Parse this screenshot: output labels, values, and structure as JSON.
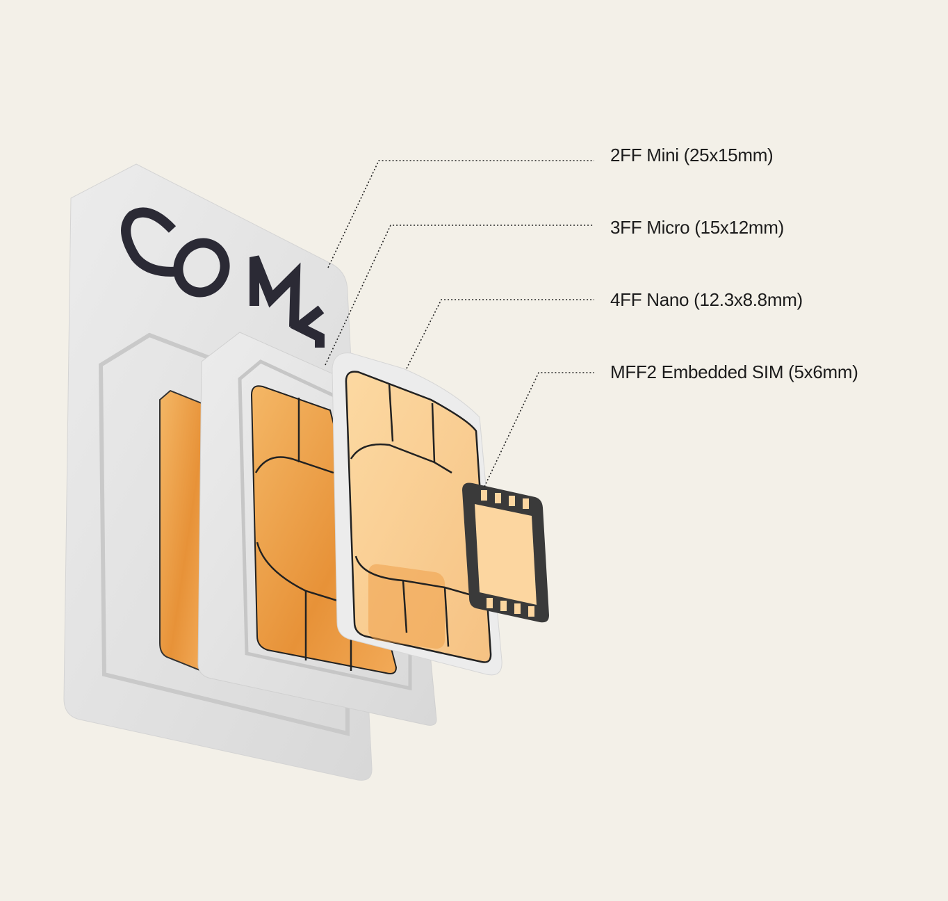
{
  "brand": {
    "logo_text": "COM4"
  },
  "colors": {
    "background": "#f3f0e8",
    "card": "#e4e4e4",
    "chip": "#eea04a",
    "logo": "#2b2a35"
  },
  "labels": [
    {
      "text": "2FF Mini (25x15mm)"
    },
    {
      "text": "3FF Micro (15x12mm)"
    },
    {
      "text": "4FF Nano (12.3x8.8mm)"
    },
    {
      "text": "MFF2 Embedded SIM (5x6mm)"
    }
  ]
}
